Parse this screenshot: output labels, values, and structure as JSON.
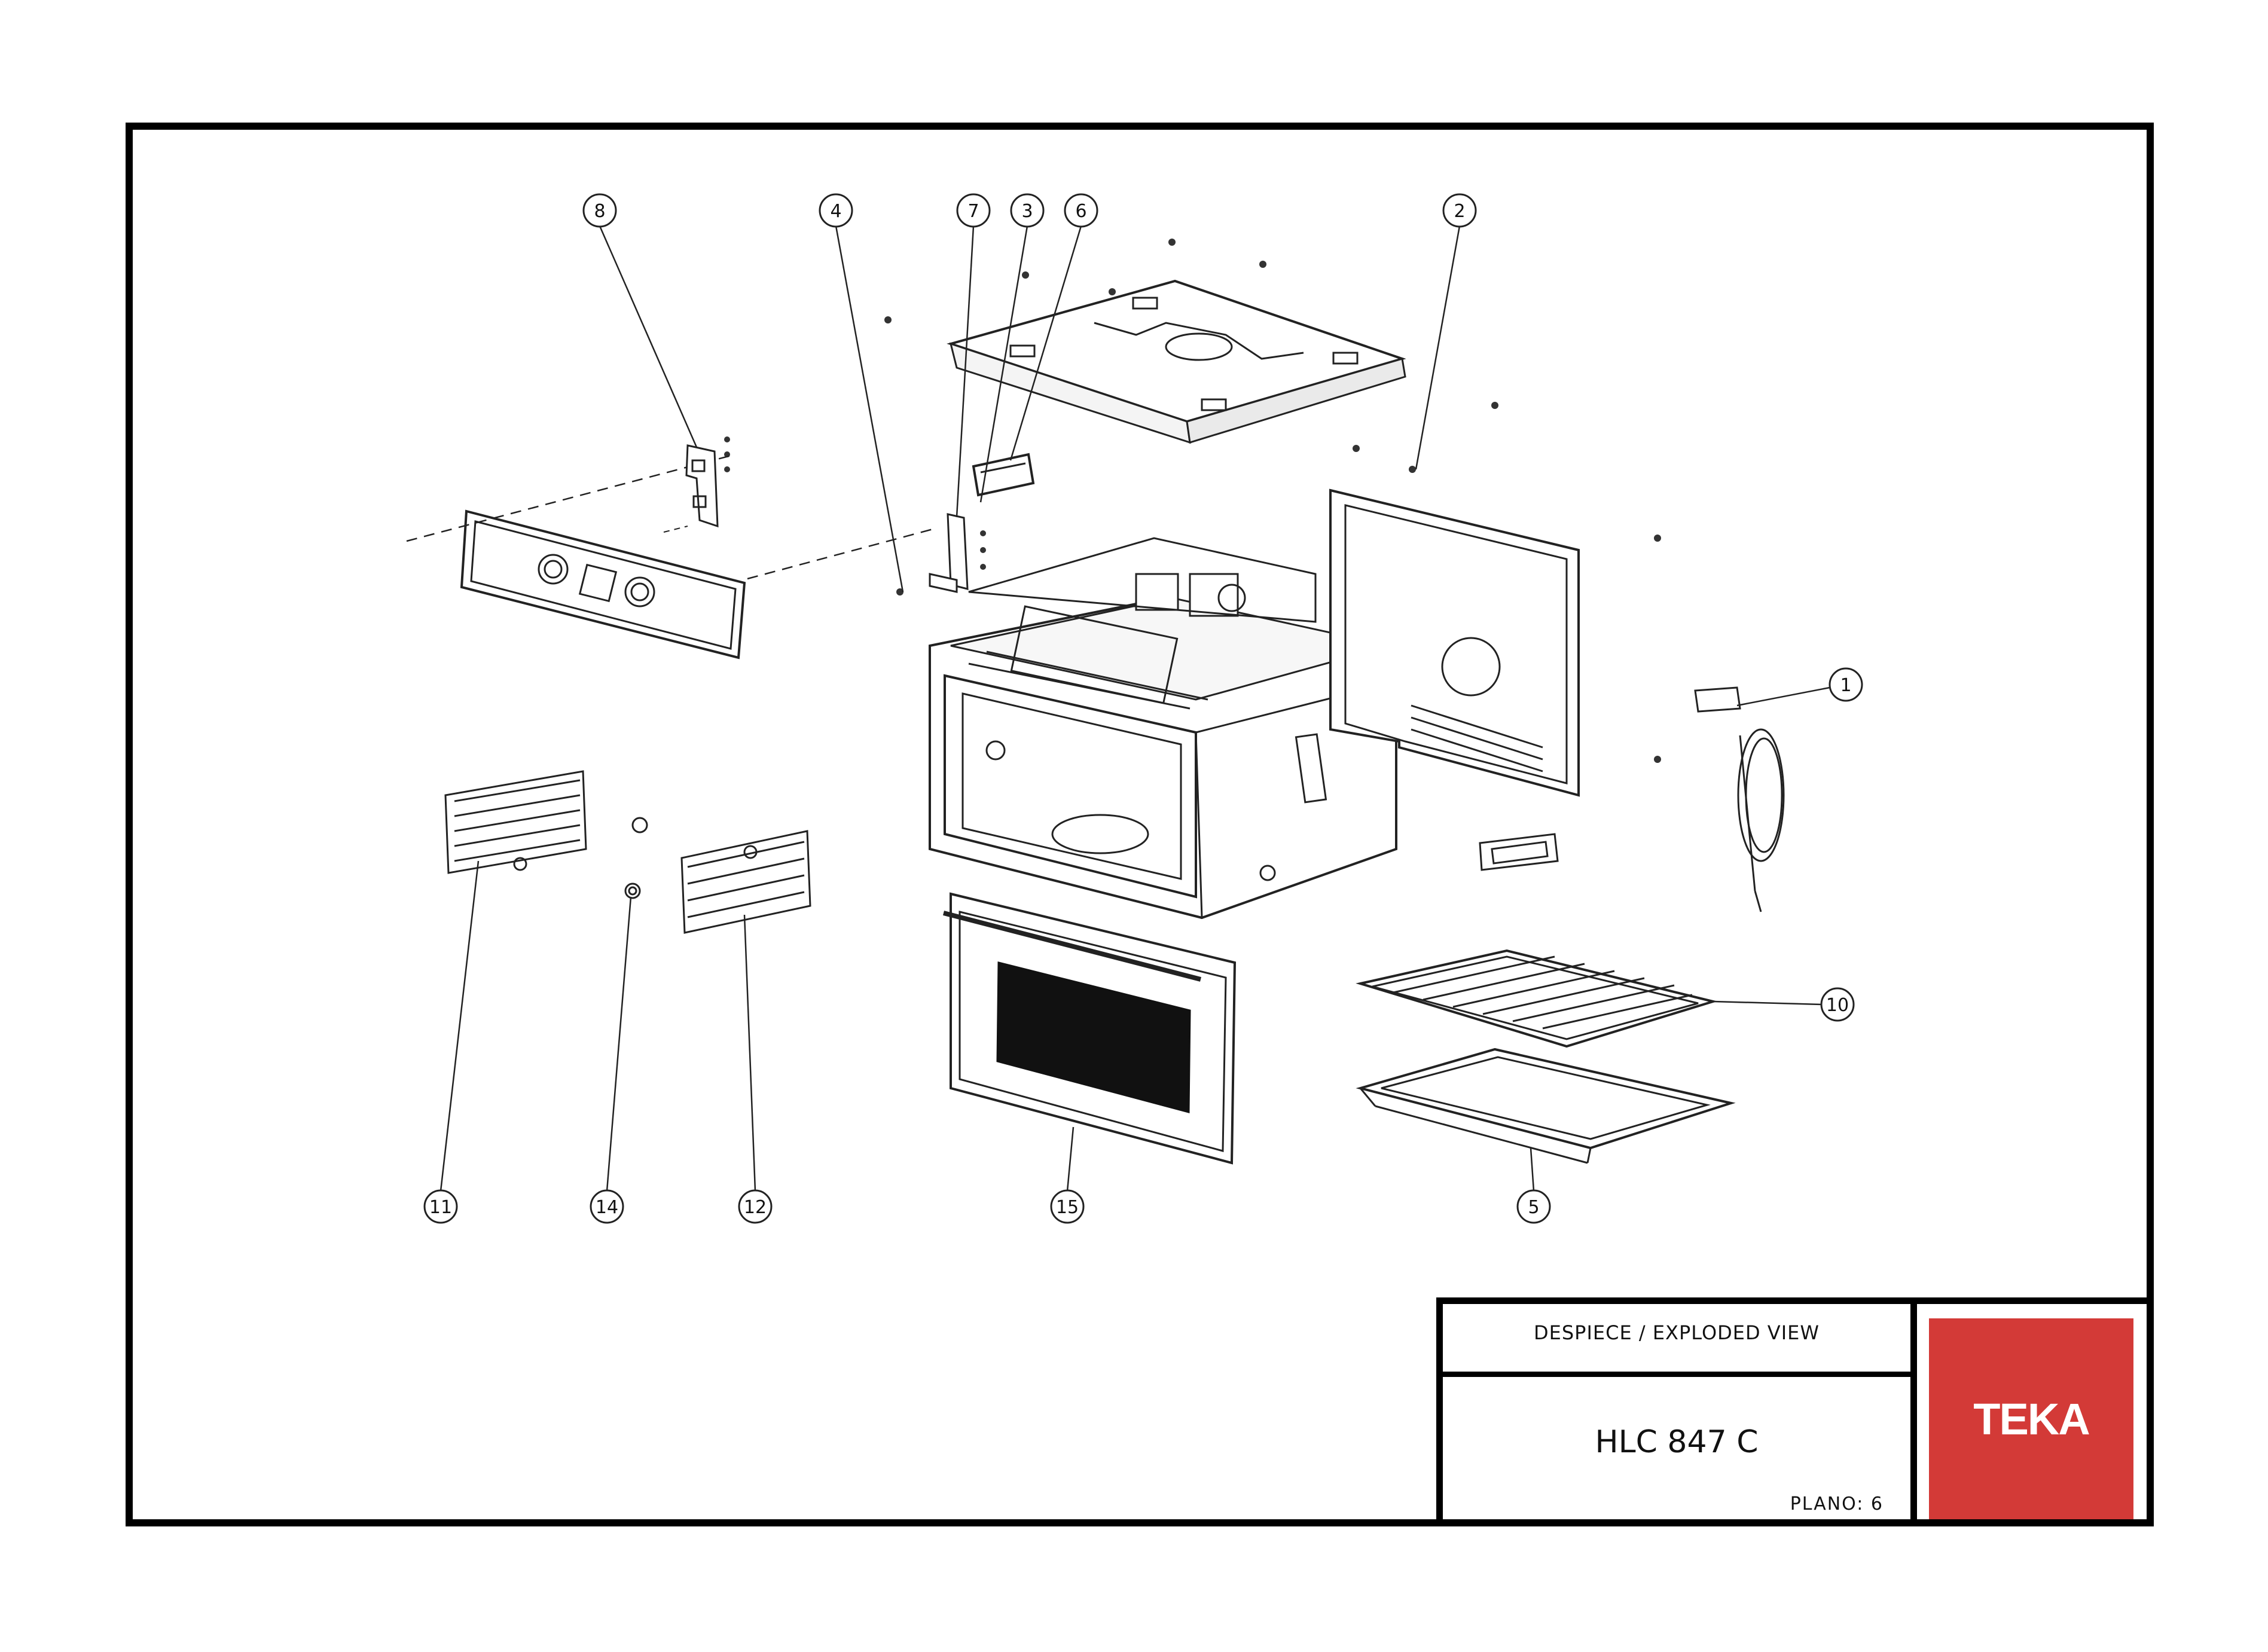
{
  "title_block": {
    "heading": "DESPIECE / EXPLODED VIEW",
    "model": "HLC 847 C",
    "sheet_label": "PLANO: 6"
  },
  "logo": {
    "text": "TEKA",
    "color": "#d33a37"
  },
  "callouts": [
    "8",
    "4",
    "7",
    "3",
    "6",
    "2",
    "1",
    "10",
    "5",
    "15",
    "12",
    "14",
    "11"
  ]
}
